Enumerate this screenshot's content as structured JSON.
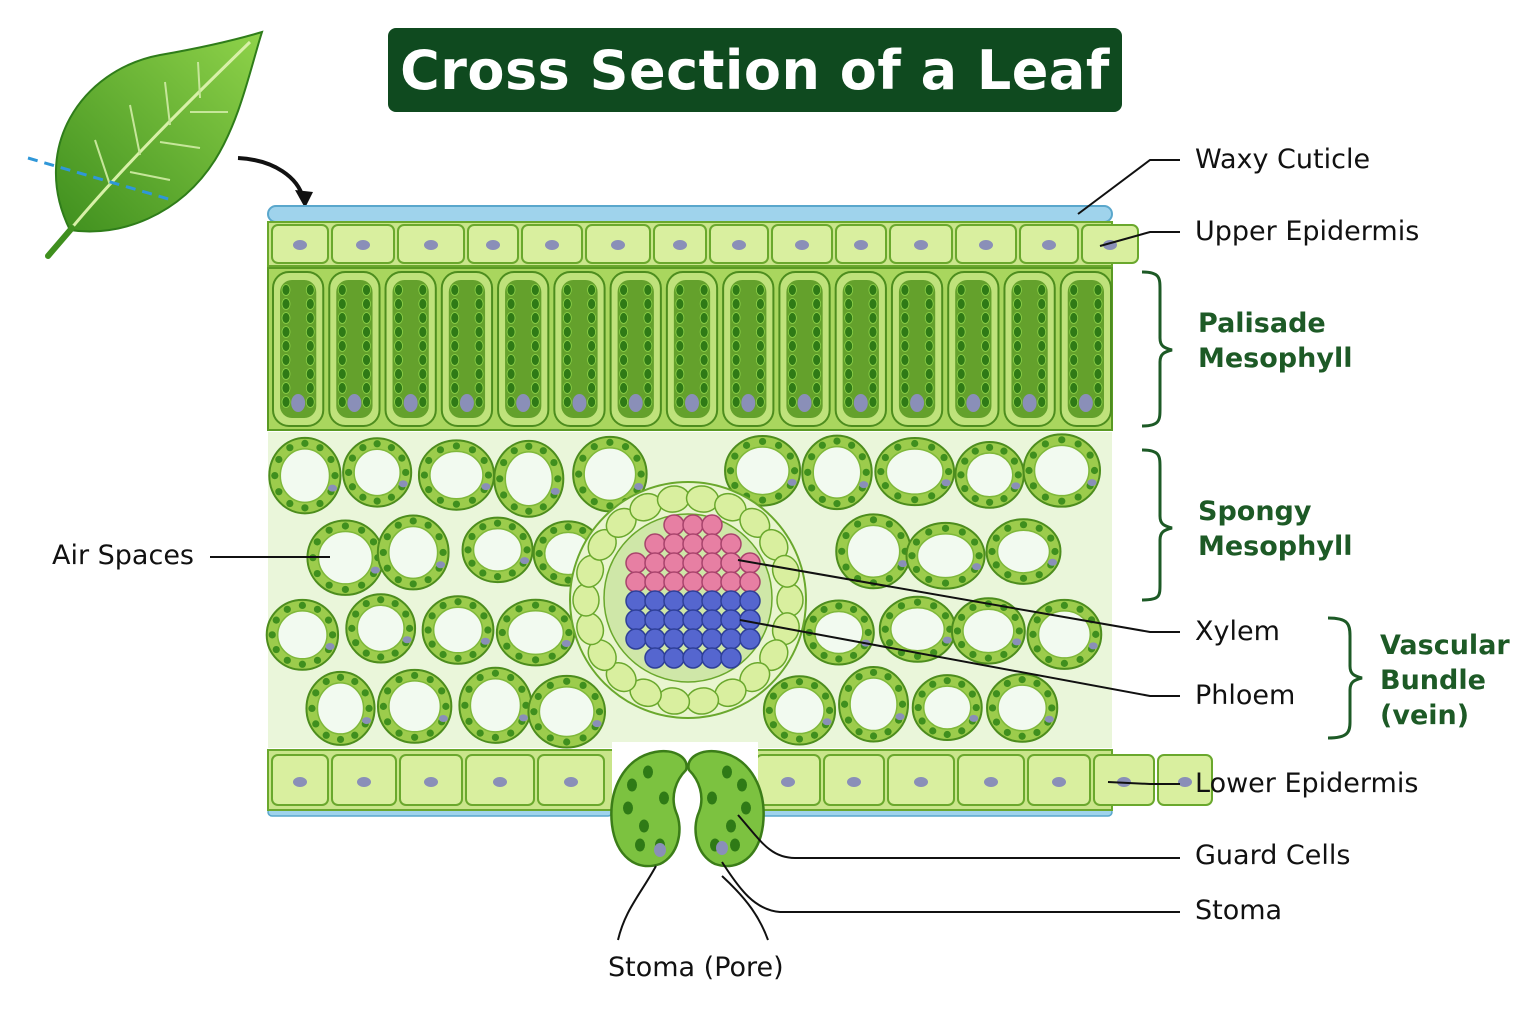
{
  "title": "Cross Section of a Leaf",
  "labels": {
    "waxy_cuticle": "Waxy Cuticle",
    "upper_epidermis": "Upper Epidermis",
    "palisade_line1": "Palisade",
    "palisade_line2": "Mesophyll",
    "spongy_line1": "Spongy",
    "spongy_line2": "Mesophyll",
    "xylem": "Xylem",
    "phloem": "Phloem",
    "vascular_line1": "Vascular",
    "vascular_line2": "Bundle",
    "vascular_line3": "(vein)",
    "lower_epidermis": "Lower Epidermis",
    "guard_cells": "Guard Cells",
    "stoma": "Stoma",
    "stoma_pore": "Stoma (Pore)",
    "air_spaces": "Air Spaces"
  },
  "colors": {
    "title_bg": "#0f4a1f",
    "group_label": "#1d5a26",
    "cuticle": "#9fd3ec",
    "epidermis": "#d9ef9f",
    "palisade": "#5a9a23",
    "spongy": "#9ccc4c",
    "xylem": "#e77fa3",
    "phloem": "#5566cf",
    "nucleus": "#8a8fb8",
    "chloroplast": "#3f8f1e"
  },
  "icons": {
    "leaf": "leaf-icon",
    "arrow": "curved-arrow-icon"
  }
}
